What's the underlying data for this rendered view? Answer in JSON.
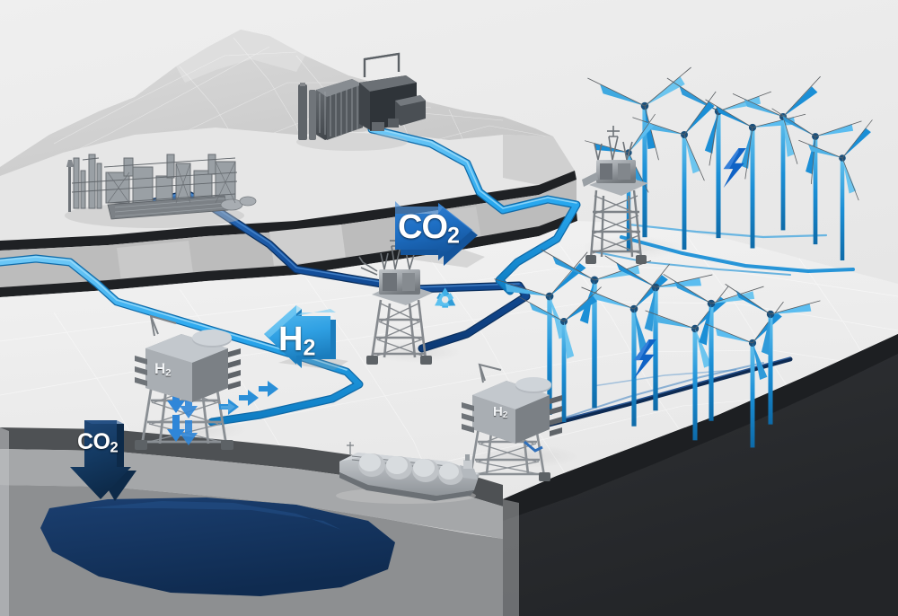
{
  "illustration": {
    "title": "Offshore Carbon Capture, Hydrogen and Wind Energy Hub",
    "view": "isometric 3d cutaway",
    "background_color": "#e9e9e9"
  },
  "palette": {
    "sky": "#ececec",
    "land_light": "#ededed",
    "land_mid": "#c8c8c8",
    "land_dark": "#9a9a9a",
    "cliff_black": "#2a2c2e",
    "seabed_dark": "#4a4c4e",
    "seabed_mid": "#8d8f91",
    "reservoir_navy": "#16355e",
    "pipe_co2_dark": "#1552a0",
    "pipe_h2_light": "#29a8ef",
    "arrow_co2": "#1e6fc4",
    "arrow_co2_dark": "#14365f",
    "arrow_h2": "#36a9e8",
    "turbine_blue": "#1b8fd6",
    "recycle_blue": "#3fb0e8",
    "bolt_blue": "#1063c6",
    "structure_gray": "#8e9296",
    "label_white": "#ffffff"
  },
  "labels": {
    "co2_transport": {
      "text": "CO",
      "sub": "2",
      "role": "co2-transport-arrow-label"
    },
    "co2_storage": {
      "text": "CO",
      "sub": "2",
      "role": "co2-injection-arrow-label"
    },
    "h2_transport": {
      "text": "H",
      "sub": "2",
      "role": "h2-transport-arrow-label"
    },
    "platform_h2_left": {
      "text": "H",
      "sub": "2"
    },
    "platform_h2_right": {
      "text": "H",
      "sub": "2"
    }
  },
  "elements": {
    "mountain": {
      "name": "background-mountain",
      "color": "#d6d6d6"
    },
    "refinery": {
      "name": "onshore-refinery-complex",
      "color": "#8d9195",
      "units": 9
    },
    "power_plant": {
      "name": "onshore-power-plant",
      "color": "#4a4e54",
      "stacks": 4
    },
    "central_platform": {
      "name": "central-offshore-platform",
      "color": "#9a9ea2"
    },
    "h2_platform_left": {
      "name": "h2-production-platform-left",
      "color": "#9ea2a6",
      "has_blue_legs": true
    },
    "h2_platform_right": {
      "name": "h2-production-platform-right",
      "color": "#9ea2a6",
      "has_blue_legs": false
    },
    "substation_platform": {
      "name": "offshore-substation-platform",
      "color": "#8b8f93"
    },
    "lng_ship": {
      "name": "lng-carrier-ship",
      "color": "#a9adb1",
      "tanks": 4
    },
    "reservoir": {
      "name": "subsea-co2-storage-reservoir",
      "color": "#16355e"
    },
    "recycle_symbol": {
      "name": "recycling-symbol",
      "color": "#3fb0e8"
    },
    "bolt_top": {
      "name": "lightning-bolt-icon-upper",
      "color": "#1063c6"
    },
    "bolt_bottom": {
      "name": "lightning-bolt-icon-lower",
      "color": "#1063c6"
    }
  },
  "wind_farms": [
    {
      "name": "wind-farm-upper-right",
      "turbines": 8,
      "cable_color": "#1b8fd6"
    },
    {
      "name": "wind-farm-lower-right",
      "turbines": 9,
      "cable_color": "#123a72"
    }
  ],
  "pipelines": [
    {
      "name": "co2-pipeline-refinery-to-platform",
      "color": "#1552a0",
      "from": "refinery",
      "to": "central-platform"
    },
    {
      "name": "co2-pipeline-powerplant-to-platform",
      "color": "#29a8ef",
      "from": "power-plant",
      "to": "central-platform"
    },
    {
      "name": "h2-pipeline-platform-to-shore",
      "color": "#29a8ef",
      "from": "h2-platform-left",
      "to": "shore"
    }
  ],
  "flow_arrows": {
    "h2_small_arrows": {
      "name": "h2-flow-arrow-markers",
      "count": 3,
      "color": "#2a8fd8"
    },
    "platform_leg_arrows": {
      "name": "platform-leg-flow-arrows",
      "count": 4,
      "color": "#2f86d8"
    }
  }
}
